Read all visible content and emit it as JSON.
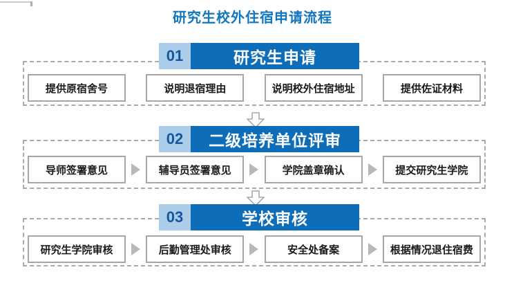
{
  "title": "研究生校外住宿申请流程",
  "colors": {
    "title_blue": "#1176c0",
    "header_blue": "#0d6db8",
    "number_bg_light_blue": "#abcdea",
    "number_text_blue": "#15569f",
    "box_border_gray": "#a6a6a6",
    "dashed_border_gray": "#a9a9a9",
    "step_arrow_gray": "#b8b8b8"
  },
  "icons": {
    "section_connector": "down-block-arrow-icon",
    "step_separator": "right-triangle-icon"
  },
  "sections": [
    {
      "number": "01",
      "title": "研究生申请",
      "steps": [
        "提供原宿舍号",
        "说明退宿理由",
        "说明校外住宿地址",
        "提供佐证材料"
      ],
      "has_step_arrows": false
    },
    {
      "number": "02",
      "title": "二级培养单位评审",
      "steps": [
        "导师签署意见",
        "辅导员签署意见",
        "学院盖章确认",
        "提交研究生学院"
      ],
      "has_step_arrows": true
    },
    {
      "number": "03",
      "title": "学校审核",
      "steps": [
        "研究生学院审核",
        "后勤管理处审核",
        "安全处备案",
        "根据情况退住宿费"
      ],
      "has_step_arrows": true
    }
  ]
}
